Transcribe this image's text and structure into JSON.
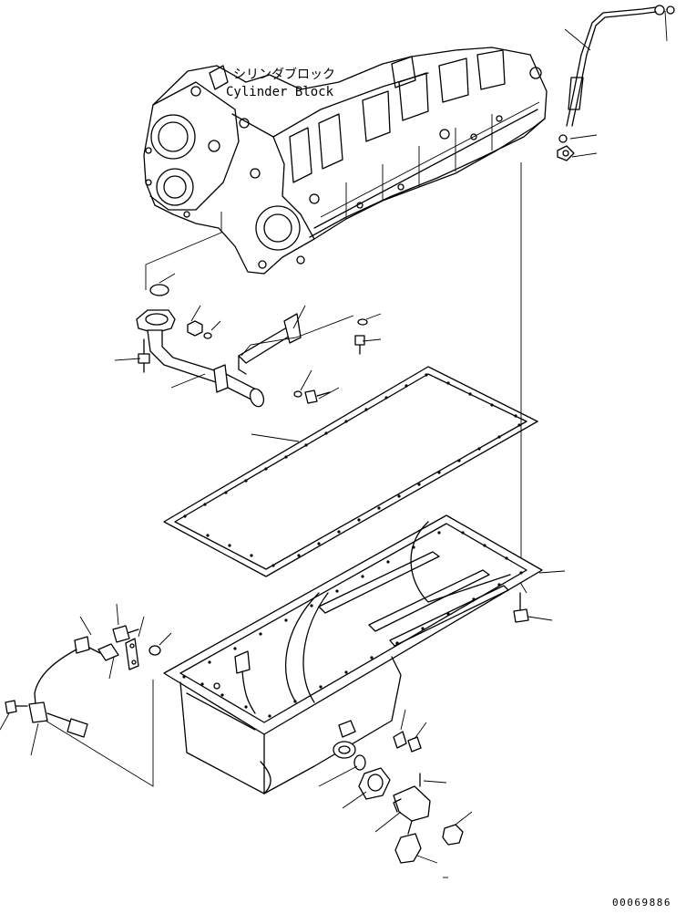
{
  "diagram": {
    "label_jp": "シリンダブロック",
    "label_en": "Cylinder Block",
    "drawing_number": "00069886"
  }
}
